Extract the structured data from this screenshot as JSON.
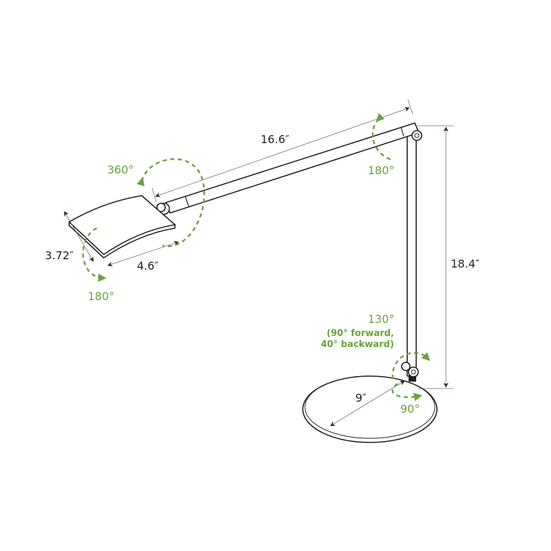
{
  "dimensions": {
    "arm_length": "16.6″",
    "height": "18.4″",
    "head_depth": "3.72″",
    "head_width": "4.6″",
    "base_diameter": "9″"
  },
  "rotations": {
    "head_rotate": "360°",
    "head_tilt": "180°",
    "arm_pivot": "180°",
    "base_tilt": "130°",
    "base_tilt_detail_1": "(90° forward,",
    "base_tilt_detail_2": "40° backward)",
    "base_swivel": "90°"
  },
  "colors": {
    "accent": "#6aa23b",
    "line": "#231f20",
    "arrow": "#3b1f22"
  }
}
